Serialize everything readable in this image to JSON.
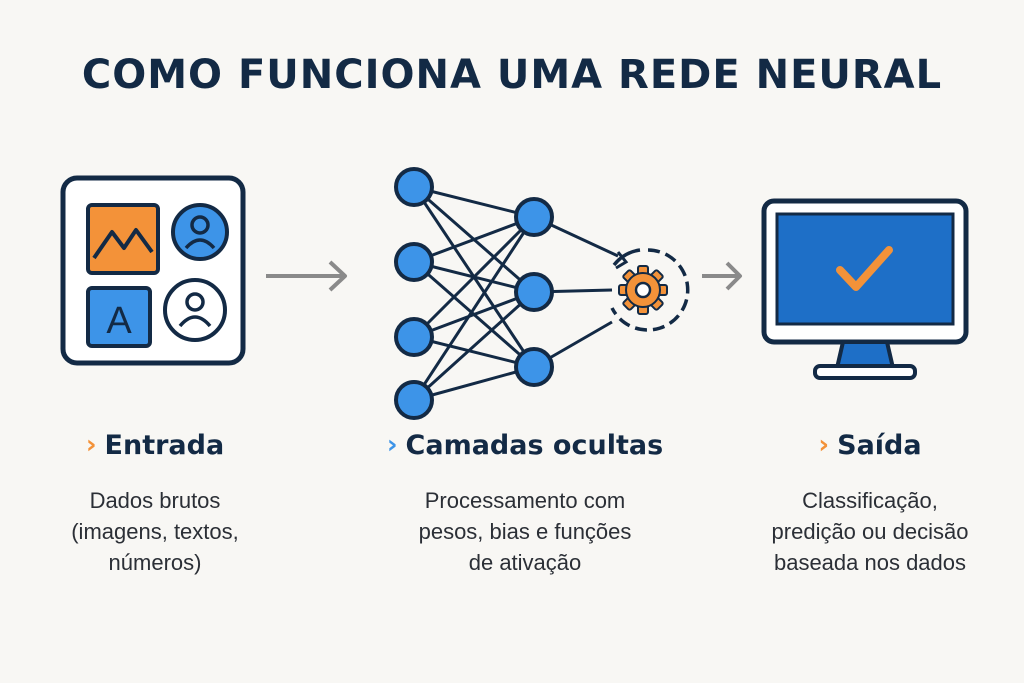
{
  "title": "COMO FUNCIONA UMA REDE NEURAL",
  "colors": {
    "navy": "#132a45",
    "blue": "#3d94e8",
    "dark_blue": "#1e6fc7",
    "orange": "#f39239",
    "gray_arrow": "#8a8a8a"
  },
  "input": {
    "icons": [
      "image-icon",
      "user-icon",
      "letter-a-icon",
      "user-outline-icon"
    ],
    "letter": "A"
  },
  "network": {
    "icons": [
      "gear-icon"
    ]
  },
  "output": {
    "icons": [
      "monitor-icon",
      "checkmark-icon"
    ]
  },
  "sections": [
    {
      "chevron": "›",
      "chevron_color": "#f39239",
      "label": "Entrada",
      "description": "Dados brutos\n(imagens, textos,\nnúmeros)"
    },
    {
      "chevron": "›",
      "chevron_color": "#3d94e8",
      "label": "Camadas ocultas",
      "description": "Processamento com\npesos, bias e funções\nde ativação"
    },
    {
      "chevron": "›",
      "chevron_color": "#f39239",
      "label": "Saída",
      "description": "Classificação,\npredição ou decisão\nbaseada nos dados"
    }
  ]
}
